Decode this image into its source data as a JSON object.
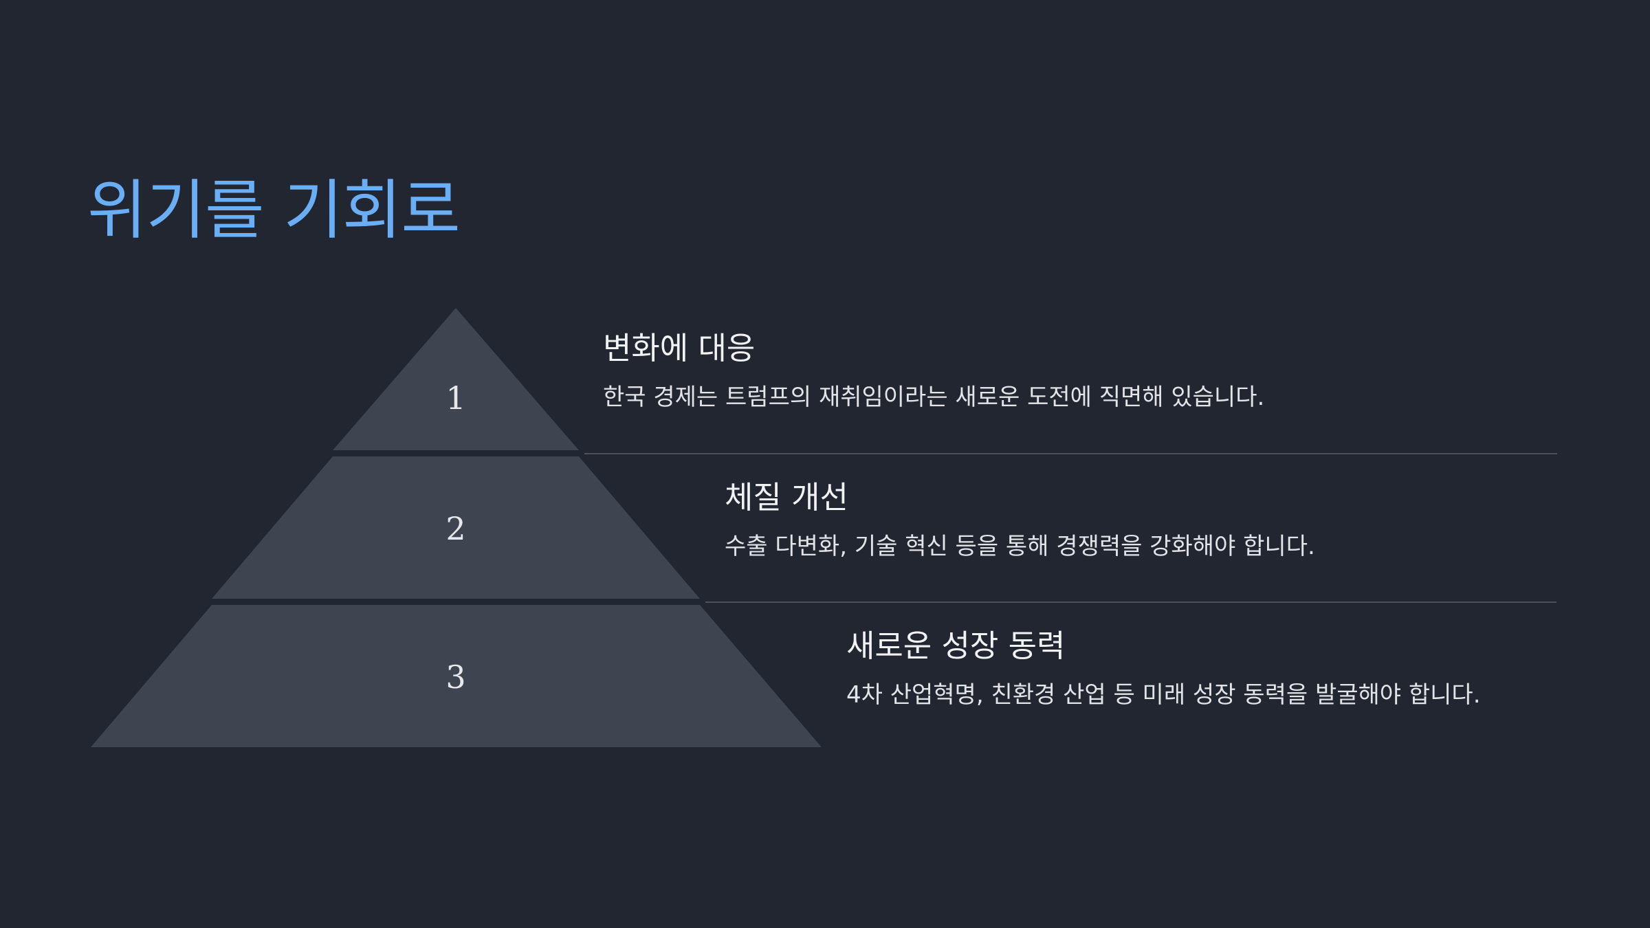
{
  "slide": {
    "title": "위기를 기회로"
  },
  "tiers": [
    {
      "number": "1",
      "heading": "변화에 대응",
      "description": "한국 경제는 트럼프의 재취임이라는 새로운 도전에 직면해 있습니다."
    },
    {
      "number": "2",
      "heading": "체질 개선",
      "description": "수출 다변화, 기술 혁신 등을 통해 경쟁력을 강화해야 합니다."
    },
    {
      "number": "3",
      "heading": "새로운 성장 동력",
      "description": "4차 산업혁명, 친환경 산업 등 미래 성장 동력을 발굴해야 합니다."
    }
  ],
  "colors": {
    "background": "#212631",
    "title": "#6aaef5",
    "tier_fill": "#3e4450",
    "divider": "#4c525d"
  }
}
